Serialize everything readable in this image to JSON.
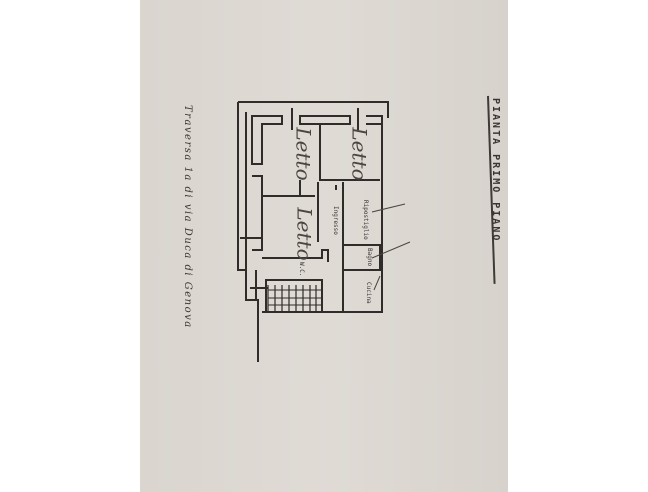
{
  "document": {
    "title": "PIANTA PRIMO PIANO",
    "street_label": "Traversa 1a di via Duca di Genova"
  },
  "rooms": {
    "bedroom_1": "Letto",
    "bedroom_2": "Letto",
    "bedroom_3": "Letto",
    "wc": "W.C.",
    "corridor": "Ingresso",
    "storage": "Ripostiglio",
    "small_room": "Bagno",
    "kitchen": "Cucina"
  },
  "colors": {
    "paper": "#ded9d3",
    "ink": "#3a3633",
    "background": "#ffffff"
  }
}
